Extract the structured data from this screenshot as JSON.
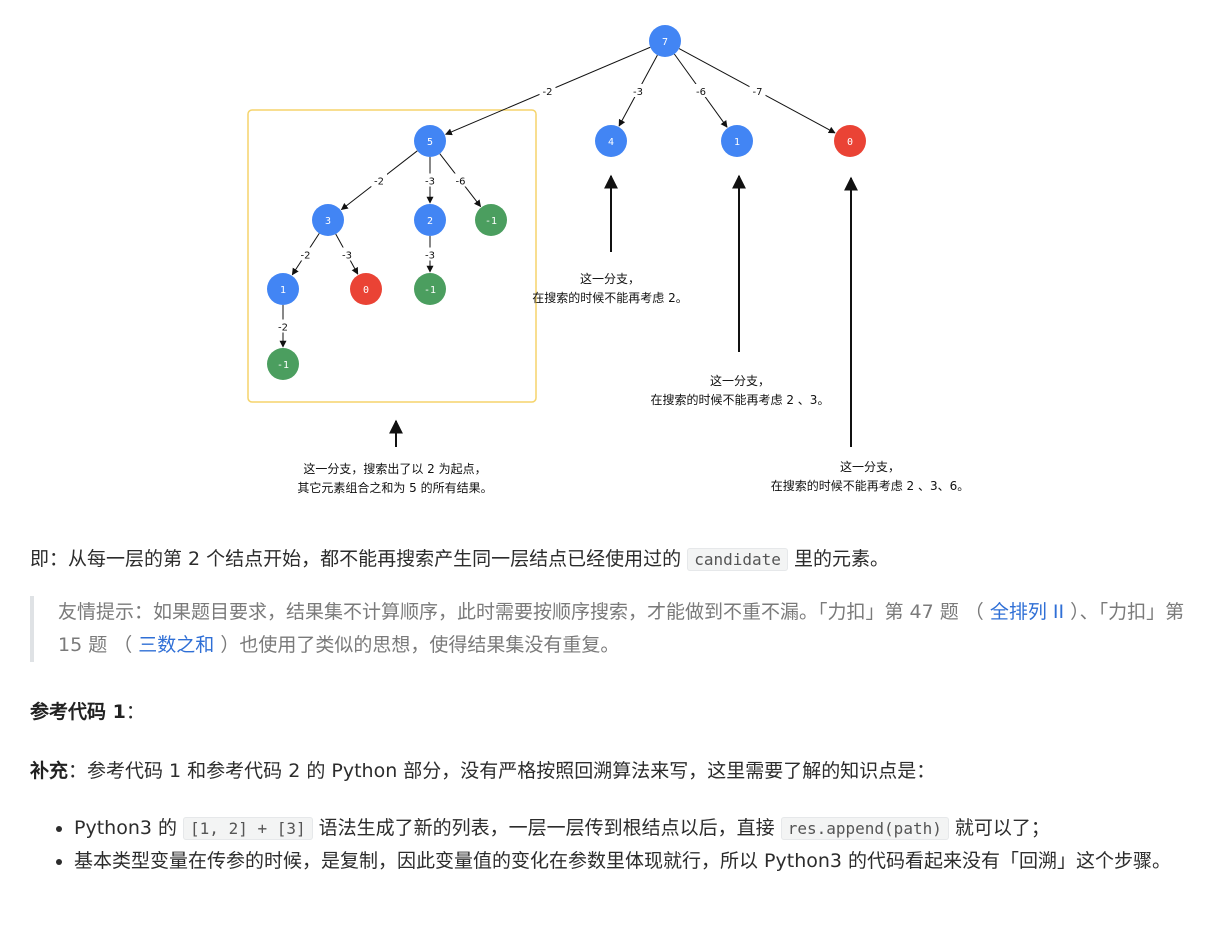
{
  "diagram": {
    "nodes": [
      {
        "id": "n7",
        "label": "7",
        "color": "#4285f4"
      },
      {
        "id": "n5",
        "label": "5",
        "color": "#4285f4"
      },
      {
        "id": "n4",
        "label": "4",
        "color": "#4285f4"
      },
      {
        "id": "n1top",
        "label": "1",
        "color": "#4285f4"
      },
      {
        "id": "n0top",
        "label": "0",
        "color": "#ea4335"
      },
      {
        "id": "n3",
        "label": "3",
        "color": "#4285f4"
      },
      {
        "id": "n2",
        "label": "2",
        "color": "#4285f4"
      },
      {
        "id": "nm1a",
        "label": "-1",
        "color": "#4b9e5f"
      },
      {
        "id": "n1b",
        "label": "1",
        "color": "#4285f4"
      },
      {
        "id": "n0b",
        "label": "0",
        "color": "#ea4335"
      },
      {
        "id": "nm1b",
        "label": "-1",
        "color": "#4b9e5f"
      },
      {
        "id": "nm1c",
        "label": "-1",
        "color": "#4b9e5f"
      }
    ],
    "edges": [
      {
        "from": "n7",
        "to": "n5",
        "label": "-2"
      },
      {
        "from": "n7",
        "to": "n4",
        "label": "-3"
      },
      {
        "from": "n7",
        "to": "n1top",
        "label": "-6"
      },
      {
        "from": "n7",
        "to": "n0top",
        "label": "-7"
      },
      {
        "from": "n5",
        "to": "n3",
        "label": "-2"
      },
      {
        "from": "n5",
        "to": "n2",
        "label": "-3"
      },
      {
        "from": "n5",
        "to": "nm1a",
        "label": "-6"
      },
      {
        "from": "n3",
        "to": "n1b",
        "label": "-2"
      },
      {
        "from": "n3",
        "to": "n0b",
        "label": "-3"
      },
      {
        "from": "n2",
        "to": "nm1b",
        "label": "-3"
      },
      {
        "from": "n1b",
        "to": "nm1c",
        "label": "-2"
      }
    ],
    "captions": {
      "box_line1": "这一分支，搜索出了以 2 为起点，",
      "box_line2": "其它元素组合之和为 5 的所有结果。",
      "c4_line1": "这一分支，",
      "c4_line2": "在搜索的时候不能再考虑 2。",
      "c1_line1": "这一分支，",
      "c1_line2": "在搜索的时候不能再考虑 2 、3。",
      "c0_line1": "这一分支，",
      "c0_line2": "在搜索的时候不能再考虑 2 、3、6。"
    },
    "box_color": "#f5d46b"
  },
  "article": {
    "p1_a": "即：从每一层的第 2 个结点开始，都不能再搜索产生同一层结点已经使用过的 ",
    "p1_code": "candidate",
    "p1_b": " 里的元素。",
    "quote_a": "友情提示：如果题目要求，结果集不计算顺序，此时需要按顺序搜索，才能做到不重不漏。「力扣」第 47 题 （ ",
    "quote_link1": "全排列 II",
    "quote_b": " ）、「力扣」第 15 题 （ ",
    "quote_link2": "三数之和",
    "quote_c": " ）也使用了类似的思想，使得结果集没有重复。",
    "ref_title": "参考代码 1",
    "ref_colon": "：",
    "supp_title": "补充",
    "supp_text": "：参考代码 1 和参考代码 2 的 Python 部分，没有严格按照回溯算法来写，这里需要了解的知识点是：",
    "li1_a": "Python3 的 ",
    "li1_code1": "[1, 2] + [3]",
    "li1_b": " 语法生成了新的列表，一层一层传到根结点以后，直接 ",
    "li1_code2": "res.append(path)",
    "li1_c": " 就可以了；",
    "li2": "基本类型变量在传参的时候，是复制，因此变量值的变化在参数里体现就行，所以 Python3 的代码看起来没有「回溯」这个步骤。"
  }
}
